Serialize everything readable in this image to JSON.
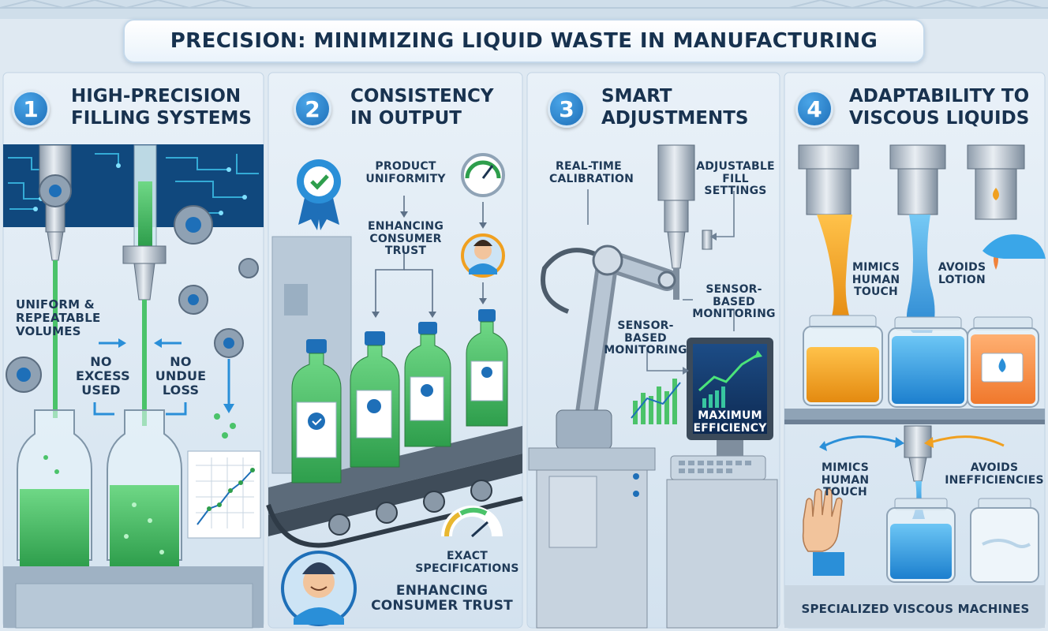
{
  "title": "PRECISION: MINIMIZING LIQUID WASTE IN MANUFACTURING",
  "panels": [
    {
      "number": "1",
      "heading_line1": "HIGH-PRECISION",
      "heading_line2": "FILLING SYSTEMS",
      "labels": {
        "uniform_line1": "UNIFORM &",
        "uniform_line2": "REPEATABLE",
        "uniform_line3": "VOLUMES",
        "no_excess_line1": "NO",
        "no_excess_line2": "EXCESS",
        "no_excess_line3": "USED",
        "no_loss_line1": "NO",
        "no_loss_line2": "UNDUE",
        "no_loss_line3": "LOSS"
      }
    },
    {
      "number": "2",
      "heading_line1": "CONSISTENCY",
      "heading_line2": "IN OUTPUT",
      "labels": {
        "product_line1": "PRODUCT",
        "product_line2": "UNIFORMITY",
        "enhancing_top_line1": "ENHANCING",
        "enhancing_top_line2": "CONSUMER TRUST",
        "exact_line1": "EXACT",
        "exact_line2": "SPECIFICATIONS",
        "enhancing_bottom_line1": "ENHANCING",
        "enhancing_bottom_line2": "CONSUMER TRUST"
      }
    },
    {
      "number": "3",
      "heading_line1": "SMART",
      "heading_line2": "ADJUSTMENTS",
      "labels": {
        "realtime_line1": "REAL-TIME",
        "realtime_line2": "CALIBRATION",
        "adjustable_line1": "ADJUSTABLE",
        "adjustable_line2": "FILL SETTINGS",
        "sensor_right_line1": "SENSOR-BASED",
        "sensor_right_line2": "MONITORING",
        "sensor_left_line1": "SENSOR-BASED",
        "sensor_left_line2": "MONITORING",
        "max_line1": "MAXIMUM",
        "max_line2": "EFFICIENCY"
      }
    },
    {
      "number": "4",
      "heading_line1": "ADAPTABILITY TO",
      "heading_line2": "VISCOUS LIQUIDS",
      "labels": {
        "mimics_top_line1": "MIMICS",
        "mimics_top_line2": "HUMAN",
        "mimics_top_line3": "TOUCH",
        "avoids_top_line1": "AVOIDS",
        "avoids_top_line2": "LOTION",
        "mimics_bottom_line1": "MIMICS",
        "mimics_bottom_line2": "HUMAN TOUCH",
        "avoids_bottom_line1": "AVOIDS",
        "avoids_bottom_line2": "INEFFICIENCIES",
        "machines": "SPECIALIZED VISCOUS MACHINES"
      }
    }
  ],
  "colors": {
    "accent_blue": "#1e6fb8",
    "liquid_green": "#4bc36a",
    "liquid_blue": "#2a9be6",
    "liquid_orange": "#f0a020",
    "circuit_cyan": "#39b6e0"
  }
}
